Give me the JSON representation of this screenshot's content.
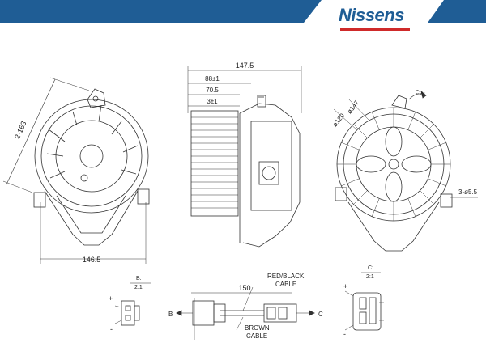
{
  "brand": {
    "name": "Nissens",
    "colors": {
      "navy": "#1f5d95",
      "red": "#cf2a2a"
    }
  },
  "front_view": {
    "dim_diagonal": "2-163",
    "dim_width": "146.5"
  },
  "side_view": {
    "dim_total": "147.5",
    "dim_a": "88±1",
    "dim_b": "70.5",
    "dim_c": "3±1"
  },
  "rear_view": {
    "dim_d1": "ø120",
    "dim_d2": "ø147",
    "rotation": "CW",
    "holes": "3-ø5.5"
  },
  "connector_b": {
    "label": "B:",
    "scale": "2:1",
    "plus": "+",
    "minus": "-"
  },
  "connector_c": {
    "label": "C:",
    "scale": "2:1",
    "plus": "+",
    "minus": "-"
  },
  "cable": {
    "length": "150",
    "red_black_1": "RED/BLACK",
    "red_black_2": "CABLE",
    "brown_1": "BROWN",
    "brown_2": "CABLE",
    "end_b": "B",
    "end_c": "C"
  }
}
